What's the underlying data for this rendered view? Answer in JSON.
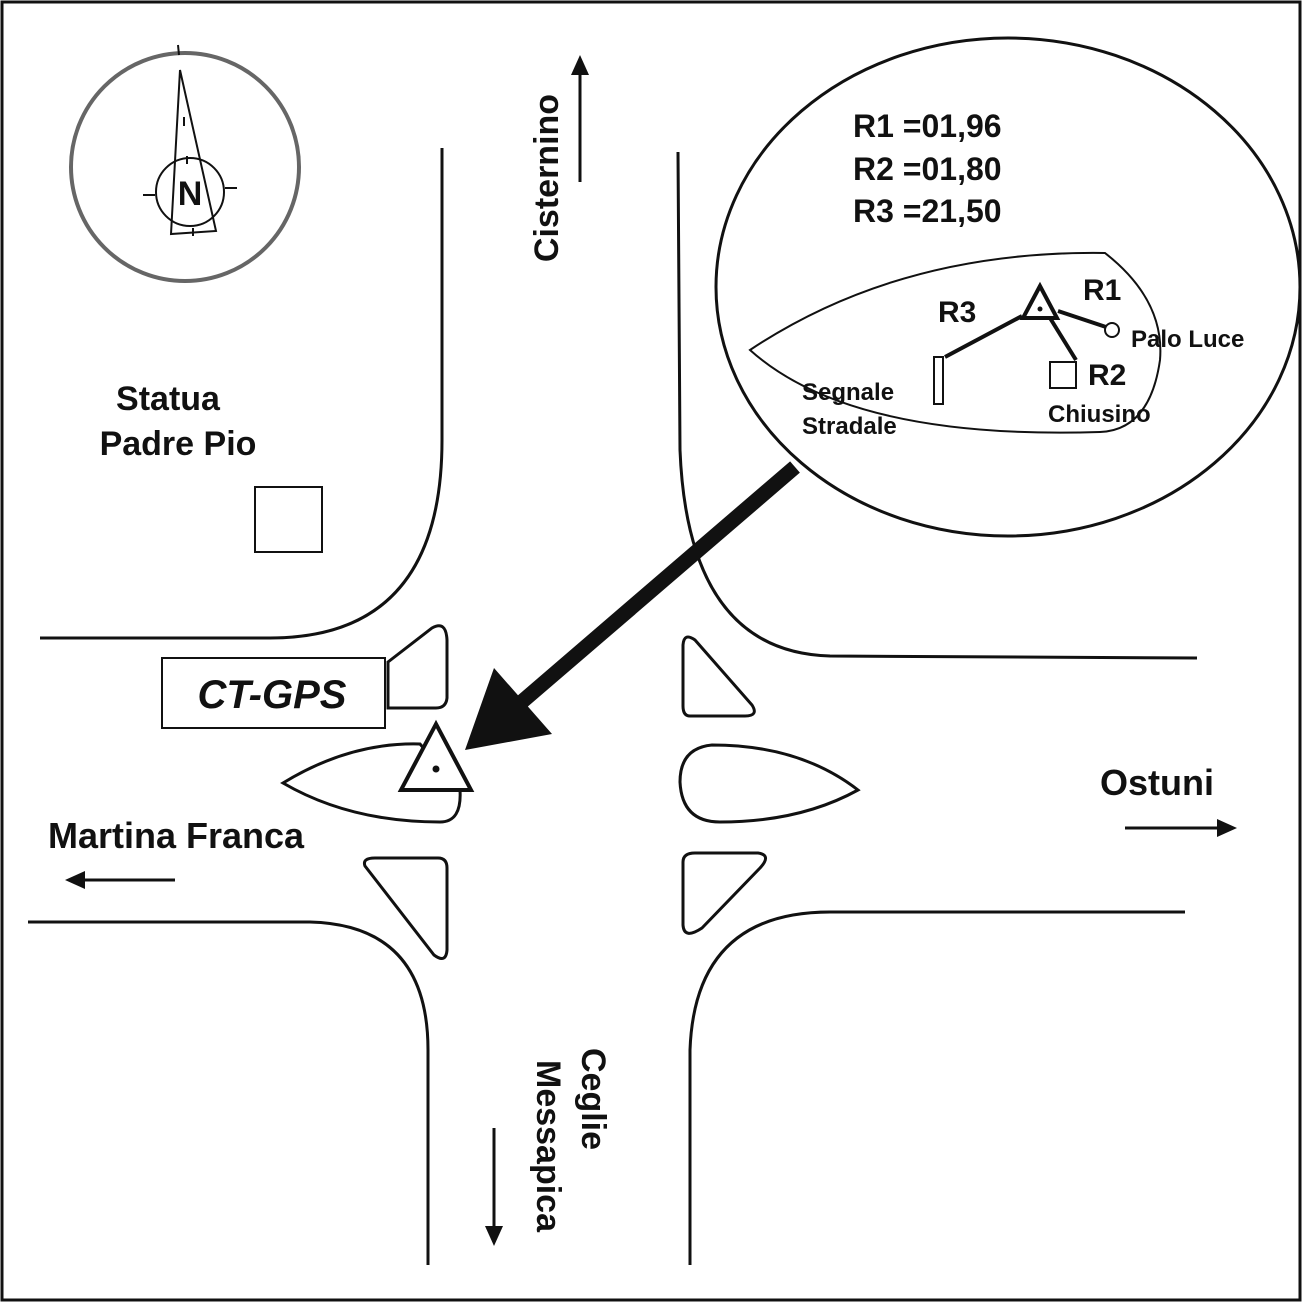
{
  "compass": {
    "label": "N"
  },
  "legend": {
    "r1": "R1 =01,96",
    "r2": "R2 =01,80",
    "r3": "R3 =21,50"
  },
  "inset": {
    "r1_label": "R1",
    "r2_label": "R2",
    "r3_label": "R3",
    "palo_luce": "Palo Luce",
    "chiusino": "Chiusino",
    "segnale_line1": "Segnale",
    "segnale_line2": "Stradale"
  },
  "places": {
    "statua_line1": "Statua",
    "statua_line2": "Padre Pio",
    "cisternino": "Cisternino",
    "ostuni": "Ostuni",
    "martina_franca": "Martina Franca",
    "ceglie_line1": "Ceglie",
    "ceglie_line2": "Messapica"
  },
  "station": {
    "label": "CT-GPS"
  }
}
